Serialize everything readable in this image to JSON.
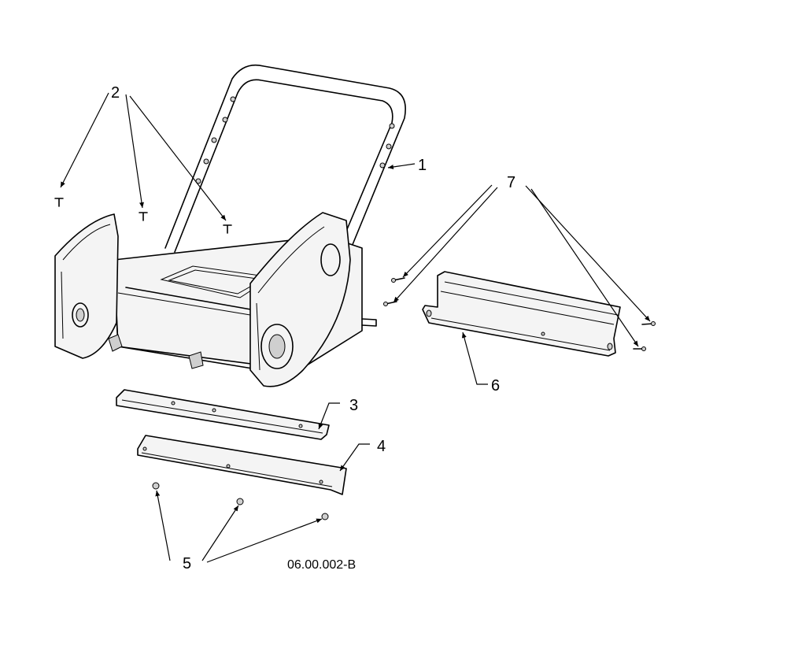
{
  "callouts": {
    "c1": "1",
    "c2": "2",
    "c3": "3",
    "c4": "4",
    "c5": "5",
    "c6": "6",
    "c7": "7"
  },
  "drawing_code": "06.00.002-B",
  "colors": {
    "line": "#000000",
    "background": "#ffffff"
  }
}
